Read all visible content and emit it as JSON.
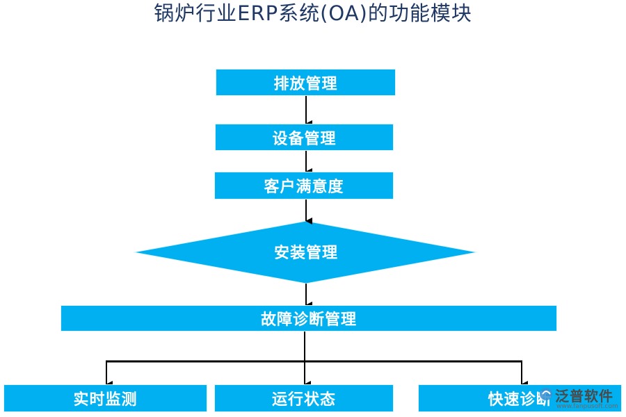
{
  "title": "锅炉行业ERP系统(OA)的功能模块",
  "nodes": {
    "emission": "排放管理",
    "equipment": "设备管理",
    "satisfaction": "客户满意度",
    "installation": "安装管理",
    "fault": "故障诊断管理",
    "monitor": "实时监测",
    "status": "运行状态",
    "diagnosis": "快速诊断"
  },
  "watermark": {
    "brand": "泛普软件",
    "url": "www.fanpusoft.com"
  },
  "colors": {
    "box_fill": "#00b0f0",
    "text": "#ffffff",
    "title": "#1f3864",
    "arrow": "#000000"
  }
}
